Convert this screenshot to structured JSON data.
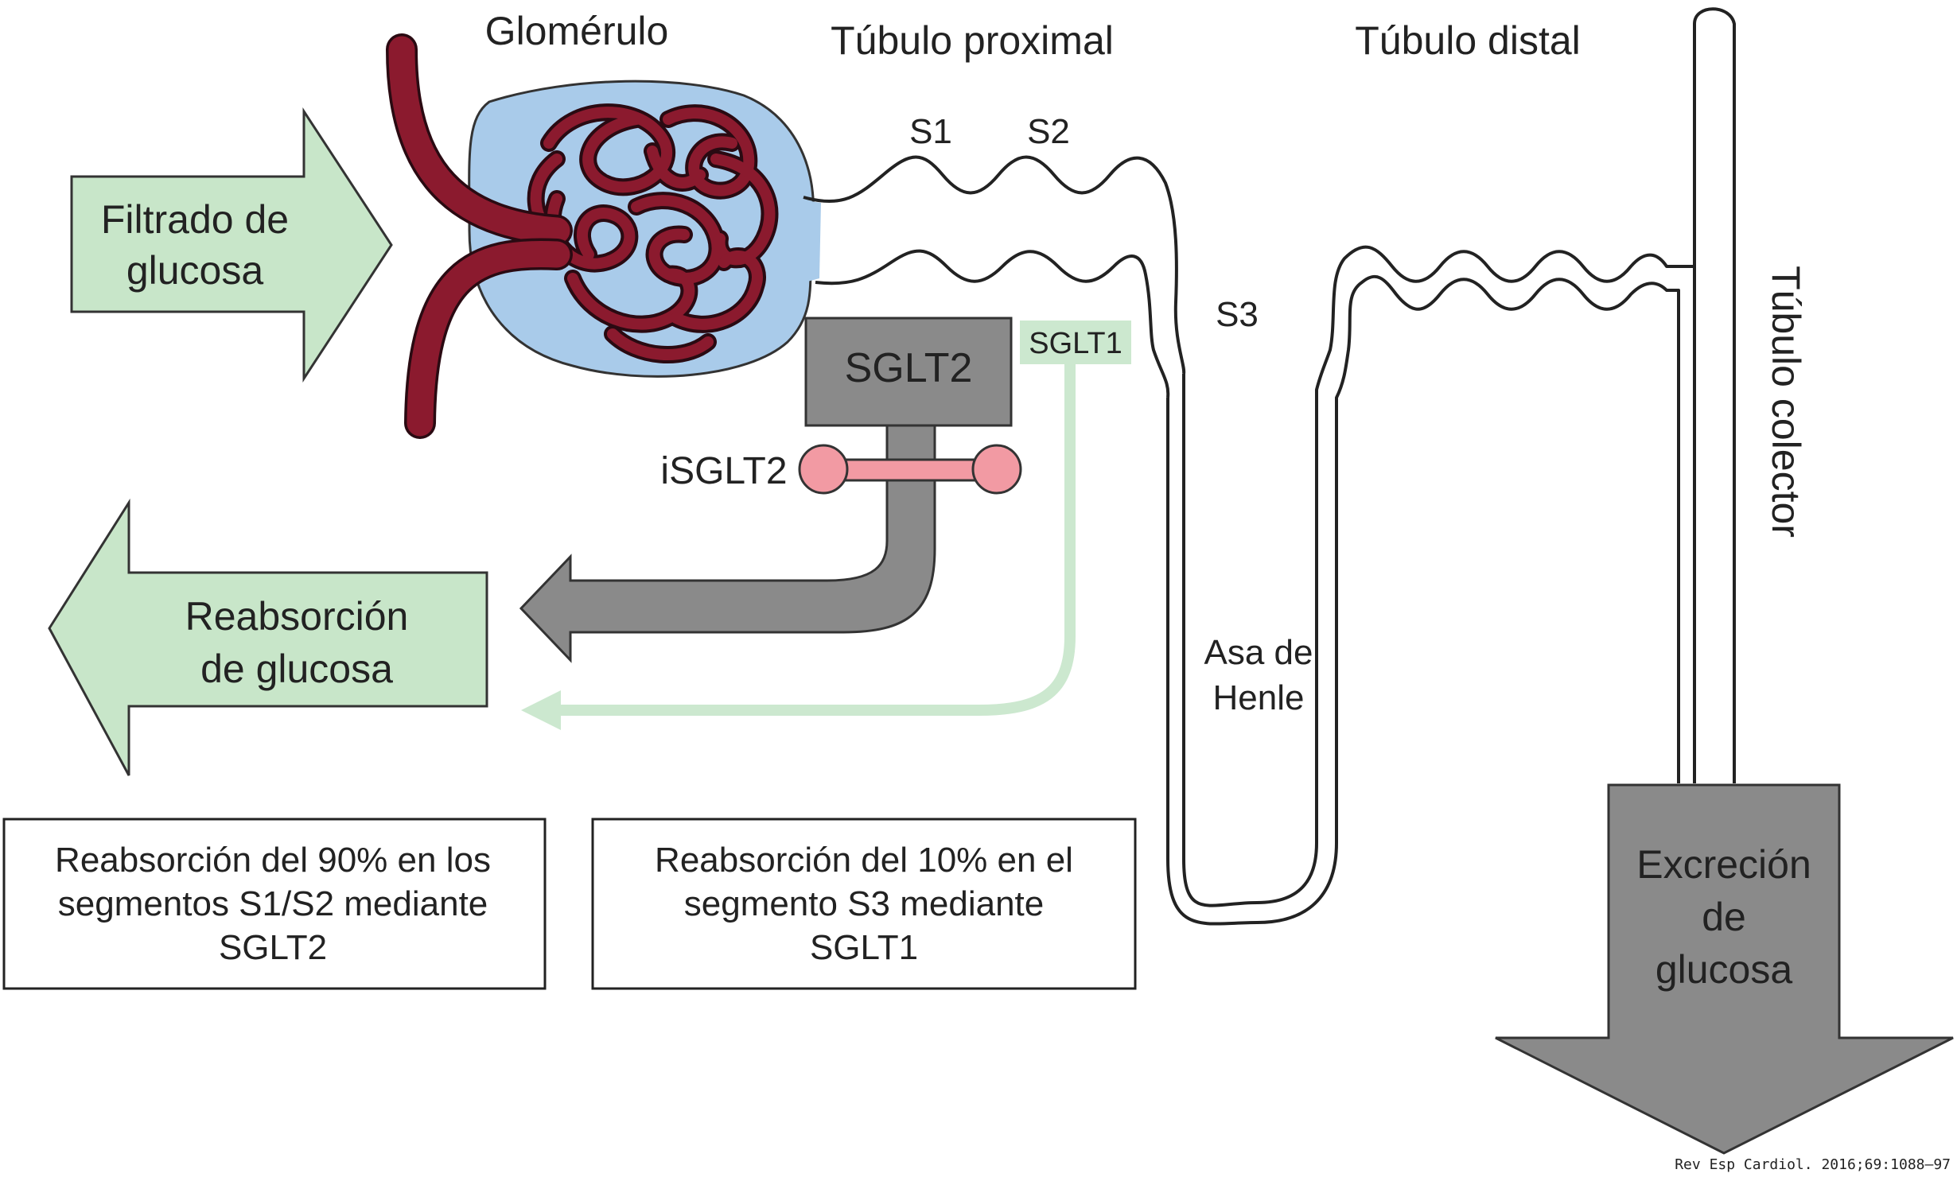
{
  "labels": {
    "glomerulo": "Glomérulo",
    "tubulo_proximal": "Túbulo proximal",
    "tubulo_distal": "Túbulo distal",
    "tubulo_colector": "Túbulo colector",
    "s1": "S1",
    "s2": "S2",
    "s3": "S3",
    "asa_line1": "Asa de",
    "asa_line2": "Henle",
    "sglt2": "SGLT2",
    "sglt1": "SGLT1",
    "isglt2": "iSGLT2"
  },
  "arrows": {
    "filtrado_line1": "Filtrado de",
    "filtrado_line2": "glucosa",
    "reabsorcion_line1": "Reabsorción",
    "reabsorcion_line2": "de glucosa",
    "excrecion_line1": "Excreción",
    "excrecion_line2": "de",
    "excrecion_line3": "glucosa"
  },
  "boxes": {
    "box1_line1": "Reabsorción del 90% en los",
    "box1_line2": "segmentos S1/S2 mediante",
    "box1_line3": "SGLT2",
    "box2_line1": "Reabsorción del 10% en el",
    "box2_line2": "segmento S3 mediante",
    "box2_line3": "SGLT1"
  },
  "citation": "Rev Esp Cardiol. 2016;69:1088–97",
  "colors": {
    "arrow_green": "#c8e6c9",
    "sglt1_green": "#cce8cf",
    "gray": "#8a8a8a",
    "glomerulus_blue": "#a9cbea",
    "vessel_red": "#8b1a2e",
    "inhibitor_pink": "#f29aa3"
  }
}
